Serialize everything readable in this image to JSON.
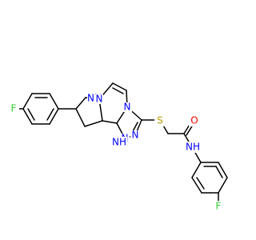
{
  "colors": {
    "background": "#ffffff",
    "bond": "#000000",
    "nitrogen": "#0000ff",
    "fluorine": "#33cc33",
    "sulfur": "#b8a000",
    "oxygen": "#ff0000"
  },
  "atoms": {
    "f_left": "F",
    "nh_pyrazolidine": "NH",
    "n_pyrazolidine": "N",
    "n_triazole_fused": "N",
    "n_triazole_right": "N",
    "n_triazole_bottom": "N",
    "nh_triazole": "NH",
    "s_thioether": "S",
    "o_carbonyl": "O",
    "nh_amide": "NH",
    "f_right": "F"
  }
}
